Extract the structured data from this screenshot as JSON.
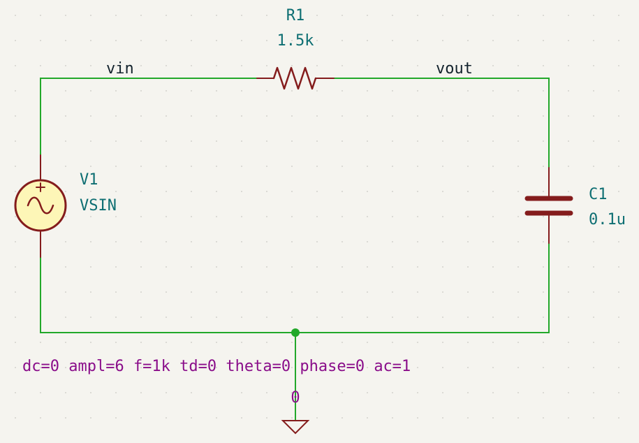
{
  "components": {
    "R1": {
      "ref": "R1",
      "value": "1.5k"
    },
    "V1": {
      "ref": "V1",
      "value": "VSIN",
      "spice": "dc=0 ampl=6 f=1k td=0 theta=0 phase=0 ac=1"
    },
    "C1": {
      "ref": "C1",
      "value": "0.1u"
    }
  },
  "nets": {
    "vin": "vin",
    "vout": "vout",
    "gnd": "0"
  },
  "colors": {
    "background": "#f5f4ef",
    "wire": "#22a82a",
    "component_body": "#841c1c",
    "source_fill": "#fdf6b7",
    "reference_text": "#0d6e72",
    "net_label_text": "#13232d",
    "spice_text": "#8a0e8a"
  }
}
